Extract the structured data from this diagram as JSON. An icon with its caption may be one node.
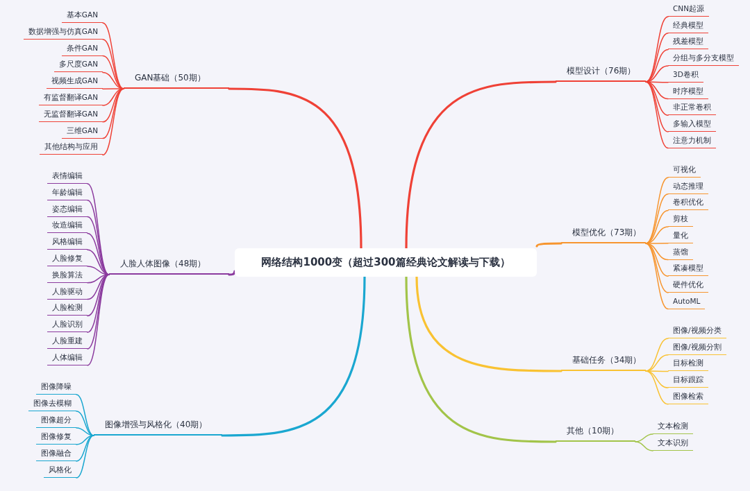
{
  "diagram": {
    "nodes": [
      {
        "text": [
          "网络结构1000变（超过300篇经典论文解读与下载）"
        ]
      },
      {
        "text": [
          "GAN基础（50期）"
        ]
      },
      {
        "text": [
          "基本GAN"
        ]
      },
      {
        "text": [
          "数据增强与仿真GAN"
        ]
      },
      {
        "text": [
          "条件GAN"
        ]
      },
      {
        "text": [
          "多尺度GAN"
        ]
      },
      {
        "text": [
          "视频生成GAN"
        ]
      },
      {
        "text": [
          "有监督翻译GAN"
        ]
      },
      {
        "text": [
          "无监督翻译GAN"
        ]
      },
      {
        "text": [
          "三维GAN"
        ]
      },
      {
        "text": [
          "其他结构与应用"
        ]
      },
      {
        "text": [
          "人脸人体图像（48期）"
        ]
      },
      {
        "text": [
          "表情编辑"
        ]
      },
      {
        "text": [
          "年龄编辑"
        ]
      },
      {
        "text": [
          "姿态编辑"
        ]
      },
      {
        "text": [
          "妆造编辑"
        ]
      },
      {
        "text": [
          "风格编辑"
        ]
      },
      {
        "text": [
          "人脸修复"
        ]
      },
      {
        "text": [
          "换脸算法"
        ]
      },
      {
        "text": [
          "人脸驱动"
        ]
      },
      {
        "text": [
          "人脸检测"
        ]
      },
      {
        "text": [
          "人脸识别"
        ]
      },
      {
        "text": [
          "人脸重建"
        ]
      },
      {
        "text": [
          "人体编辑"
        ]
      },
      {
        "text": [
          "图像增强与风格化（40期）"
        ]
      },
      {
        "text": [
          "图像降噪"
        ]
      },
      {
        "text": [
          "图像去模糊"
        ]
      },
      {
        "text": [
          "图像超分"
        ]
      },
      {
        "text": [
          "图像修复"
        ]
      },
      {
        "text": [
          "图像融合"
        ]
      },
      {
        "text": [
          "风格化"
        ]
      },
      {
        "text": [
          "模型设计（76期）"
        ]
      },
      {
        "text": [
          "CNN起源"
        ]
      },
      {
        "text": [
          "经典模型"
        ]
      },
      {
        "text": [
          "残差模型"
        ]
      },
      {
        "text": [
          "分组与多分支模型"
        ]
      },
      {
        "text": [
          "3D卷积"
        ]
      },
      {
        "text": [
          "时序模型"
        ]
      },
      {
        "text": [
          "非正常卷积"
        ]
      },
      {
        "text": [
          "多输入模型"
        ]
      },
      {
        "text": [
          "注意力机制"
        ]
      },
      {
        "text": [
          "模型优化（73期）"
        ]
      },
      {
        "text": [
          "可视化"
        ]
      },
      {
        "text": [
          "动态推理"
        ]
      },
      {
        "text": [
          "卷积优化"
        ]
      },
      {
        "text": [
          "剪枝"
        ]
      },
      {
        "text": [
          "量化"
        ]
      },
      {
        "text": [
          "蒸馏"
        ]
      },
      {
        "text": [
          "紧凑模型"
        ]
      },
      {
        "text": [
          "硬件优化"
        ]
      },
      {
        "text": [
          "AutoML"
        ]
      },
      {
        "text": [
          "基础任务（34期）"
        ]
      },
      {
        "text": [
          "图像/视频分类"
        ]
      },
      {
        "text": [
          "图像/视频分割"
        ]
      },
      {
        "text": [
          "目标检测"
        ]
      },
      {
        "text": [
          "目标跟踪"
        ]
      },
      {
        "text": [
          "图像检索"
        ]
      },
      {
        "text": [
          "其他（10期）"
        ]
      },
      {
        "text": [
          "文本检测"
        ]
      },
      {
        "text": [
          "文本识别"
        ]
      }
    ],
    "edges": [
      {
        "from": 0,
        "to": 1,
        "arrow": "none",
        "style": "thick",
        "color": "#ef4136"
      },
      {
        "from": 1,
        "to": 2,
        "arrow": "none",
        "color": "#ef4136"
      },
      {
        "from": 1,
        "to": 3,
        "arrow": "none",
        "color": "#ef4136"
      },
      {
        "from": 1,
        "to": 4,
        "arrow": "none",
        "color": "#ef4136"
      },
      {
        "from": 1,
        "to": 5,
        "arrow": "none",
        "color": "#ef4136"
      },
      {
        "from": 1,
        "to": 6,
        "arrow": "none",
        "color": "#ef4136"
      },
      {
        "from": 1,
        "to": 7,
        "arrow": "none",
        "color": "#ef4136"
      },
      {
        "from": 1,
        "to": 8,
        "arrow": "none",
        "color": "#ef4136"
      },
      {
        "from": 1,
        "to": 9,
        "arrow": "none",
        "color": "#ef4136"
      },
      {
        "from": 1,
        "to": 10,
        "arrow": "none",
        "color": "#ef4136"
      },
      {
        "from": 0,
        "to": 11,
        "arrow": "none",
        "style": "thick",
        "color": "#8b3a9e"
      },
      {
        "from": 11,
        "to": 12,
        "arrow": "none",
        "color": "#8b3a9e"
      },
      {
        "from": 11,
        "to": 13,
        "arrow": "none",
        "color": "#8b3a9e"
      },
      {
        "from": 11,
        "to": 14,
        "arrow": "none",
        "color": "#8b3a9e"
      },
      {
        "from": 11,
        "to": 15,
        "arrow": "none",
        "color": "#8b3a9e"
      },
      {
        "from": 11,
        "to": 16,
        "arrow": "none",
        "color": "#8b3a9e"
      },
      {
        "from": 11,
        "to": 17,
        "arrow": "none",
        "color": "#8b3a9e"
      },
      {
        "from": 11,
        "to": 18,
        "arrow": "none",
        "color": "#8b3a9e"
      },
      {
        "from": 11,
        "to": 19,
        "arrow": "none",
        "color": "#8b3a9e"
      },
      {
        "from": 11,
        "to": 20,
        "arrow": "none",
        "color": "#8b3a9e"
      },
      {
        "from": 11,
        "to": 21,
        "arrow": "none",
        "color": "#8b3a9e"
      },
      {
        "from": 11,
        "to": 22,
        "arrow": "none",
        "color": "#8b3a9e"
      },
      {
        "from": 11,
        "to": 23,
        "arrow": "none",
        "color": "#8b3a9e"
      },
      {
        "from": 0,
        "to": 24,
        "arrow": "none",
        "style": "thick",
        "color": "#1aa7d0"
      },
      {
        "from": 24,
        "to": 25,
        "arrow": "none",
        "color": "#1aa7d0"
      },
      {
        "from": 24,
        "to": 26,
        "arrow": "none",
        "color": "#1aa7d0"
      },
      {
        "from": 24,
        "to": 27,
        "arrow": "none",
        "color": "#1aa7d0"
      },
      {
        "from": 24,
        "to": 28,
        "arrow": "none",
        "color": "#1aa7d0"
      },
      {
        "from": 24,
        "to": 29,
        "arrow": "none",
        "color": "#1aa7d0"
      },
      {
        "from": 24,
        "to": 30,
        "arrow": "none",
        "color": "#1aa7d0"
      },
      {
        "from": 0,
        "to": 31,
        "arrow": "none",
        "style": "thick",
        "color": "#ef4136"
      },
      {
        "from": 31,
        "to": 32,
        "arrow": "none",
        "color": "#ef4136"
      },
      {
        "from": 31,
        "to": 33,
        "arrow": "none",
        "color": "#ef4136"
      },
      {
        "from": 31,
        "to": 34,
        "arrow": "none",
        "color": "#ef4136"
      },
      {
        "from": 31,
        "to": 35,
        "arrow": "none",
        "color": "#ef4136"
      },
      {
        "from": 31,
        "to": 36,
        "arrow": "none",
        "color": "#ef4136"
      },
      {
        "from": 31,
        "to": 37,
        "arrow": "none",
        "color": "#ef4136"
      },
      {
        "from": 31,
        "to": 38,
        "arrow": "none",
        "color": "#ef4136"
      },
      {
        "from": 31,
        "to": 39,
        "arrow": "none",
        "color": "#ef4136"
      },
      {
        "from": 31,
        "to": 40,
        "arrow": "none",
        "color": "#ef4136"
      },
      {
        "from": 0,
        "to": 41,
        "arrow": "none",
        "style": "thick",
        "color": "#f7952e"
      },
      {
        "from": 41,
        "to": 42,
        "arrow": "none",
        "color": "#f7952e"
      },
      {
        "from": 41,
        "to": 43,
        "arrow": "none",
        "color": "#f7952e"
      },
      {
        "from": 41,
        "to": 44,
        "arrow": "none",
        "color": "#f7952e"
      },
      {
        "from": 41,
        "to": 45,
        "arrow": "none",
        "color": "#f7952e"
      },
      {
        "from": 41,
        "to": 46,
        "arrow": "none",
        "color": "#f7952e"
      },
      {
        "from": 41,
        "to": 47,
        "arrow": "none",
        "color": "#f7952e"
      },
      {
        "from": 41,
        "to": 48,
        "arrow": "none",
        "color": "#f7952e"
      },
      {
        "from": 41,
        "to": 49,
        "arrow": "none",
        "color": "#f7952e"
      },
      {
        "from": 41,
        "to": 50,
        "arrow": "none",
        "color": "#f7952e"
      },
      {
        "from": 0,
        "to": 51,
        "arrow": "none",
        "style": "thick",
        "color": "#f9c232"
      },
      {
        "from": 51,
        "to": 52,
        "arrow": "none",
        "color": "#f9c232"
      },
      {
        "from": 51,
        "to": 53,
        "arrow": "none",
        "color": "#f9c232"
      },
      {
        "from": 51,
        "to": 54,
        "arrow": "none",
        "color": "#f9c232"
      },
      {
        "from": 51,
        "to": 55,
        "arrow": "none",
        "color": "#f9c232"
      },
      {
        "from": 51,
        "to": 56,
        "arrow": "none",
        "color": "#f9c232"
      },
      {
        "from": 0,
        "to": 57,
        "arrow": "none",
        "style": "thick",
        "color": "#a2c449"
      },
      {
        "from": 57,
        "to": 58,
        "arrow": "none",
        "color": "#a2c449"
      },
      {
        "from": 57,
        "to": 59,
        "arrow": "none",
        "color": "#a2c449"
      }
    ]
  }
}
